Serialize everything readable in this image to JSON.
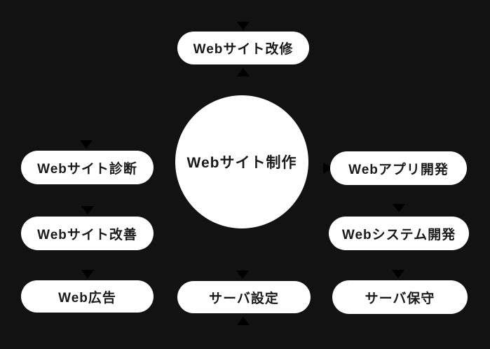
{
  "colors": {
    "background": "#121212",
    "node_fill": "#ffffff",
    "node_text": "#1a1a1a",
    "arrow": "#000000"
  },
  "diagram": {
    "center": {
      "label": "Webサイト制作"
    },
    "top": {
      "label": "Webサイト改修"
    },
    "left": [
      {
        "label": "Webサイト診断"
      },
      {
        "label": "Webサイト改善"
      },
      {
        "label": "Web広告"
      }
    ],
    "right": [
      {
        "label": "Webアプリ開発"
      },
      {
        "label": "Webシステム開発"
      },
      {
        "label": "サーバ保守"
      }
    ],
    "bottom": {
      "label": "サーバ設定"
    },
    "arrows": [
      {
        "icon": "arrow-down-icon",
        "at": "above-top-pill"
      },
      {
        "icon": "arrow-up-icon",
        "at": "below-top-pill"
      },
      {
        "icon": "arrow-down-icon",
        "at": "above-left-pill-1"
      },
      {
        "icon": "arrow-down-icon",
        "at": "above-left-pill-2"
      },
      {
        "icon": "arrow-down-icon",
        "at": "above-left-pill-3"
      },
      {
        "icon": "arrow-right-icon",
        "at": "left-of-right-pill-1"
      },
      {
        "icon": "arrow-down-icon",
        "at": "above-right-pill-2"
      },
      {
        "icon": "arrow-down-icon",
        "at": "above-right-pill-3"
      },
      {
        "icon": "arrow-down-icon",
        "at": "above-bottom-pill"
      },
      {
        "icon": "arrow-up-icon",
        "at": "below-bottom-pill"
      }
    ]
  }
}
